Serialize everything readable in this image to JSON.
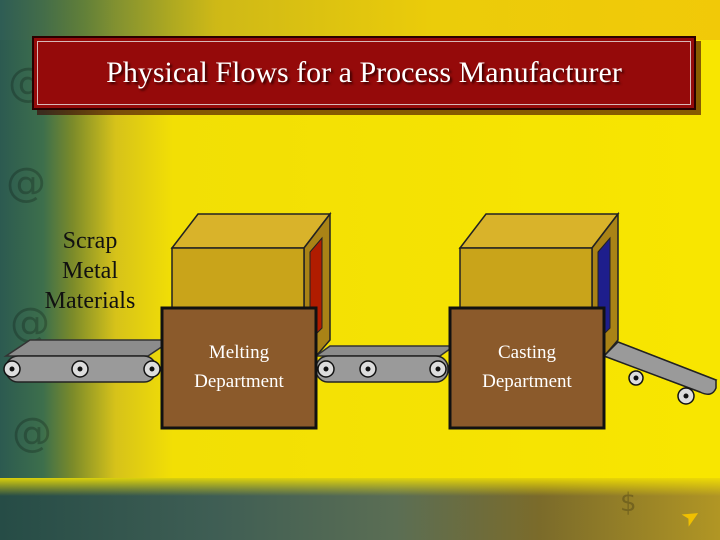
{
  "slide": {
    "title": "Physical Flows for a Process Manufacturer"
  },
  "diagram": {
    "input_label_lines": [
      "Scrap",
      "Metal",
      "Materials"
    ],
    "departments": [
      {
        "line1": "Melting",
        "line2": "Department",
        "opening_color": "#b01c00"
      },
      {
        "line1": "Casting",
        "line2": "Department",
        "opening_color": "#1e1e8c"
      }
    ],
    "conveyor_icon": "conveyor-belt-icon",
    "nav_icon": "pointer-arrow-icon"
  },
  "colors": {
    "title_bg": "#950a0a",
    "title_text": "#ffffff",
    "box_body": "#c9a41a",
    "dept_panel": "#8b5a2b",
    "background": "#f8e600"
  }
}
